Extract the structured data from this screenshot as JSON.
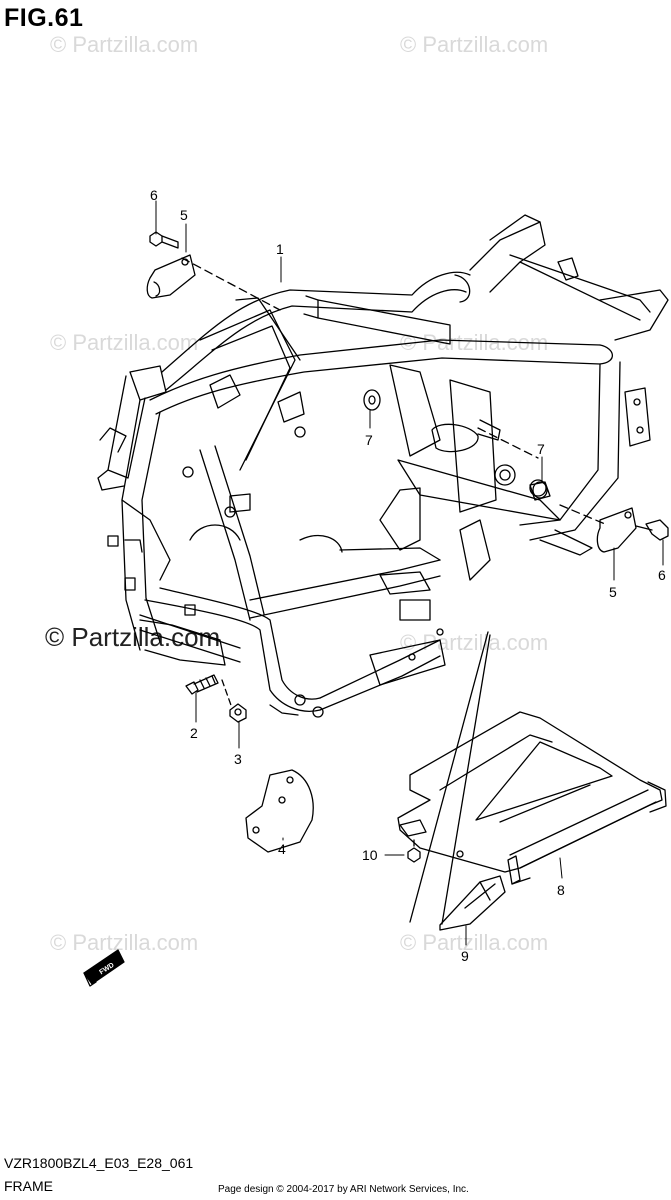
{
  "figure": {
    "title": "FIG.61"
  },
  "watermark": {
    "text": "© Partzilla.com"
  },
  "callouts": {
    "c1": "1",
    "c2": "2",
    "c3": "3",
    "c4": "4",
    "c5a": "5",
    "c5b": "5",
    "c6a": "6",
    "c6b": "6",
    "c7a": "7",
    "c7b": "7",
    "c8": "8",
    "c9": "9",
    "c10": "10"
  },
  "fwd_label": "FWD",
  "footer": {
    "model_code": "VZR1800BZL4_E03_E28_061",
    "section": "FRAME",
    "copyright": "Page design © 2004-2017 by ARI Network Services, Inc."
  }
}
